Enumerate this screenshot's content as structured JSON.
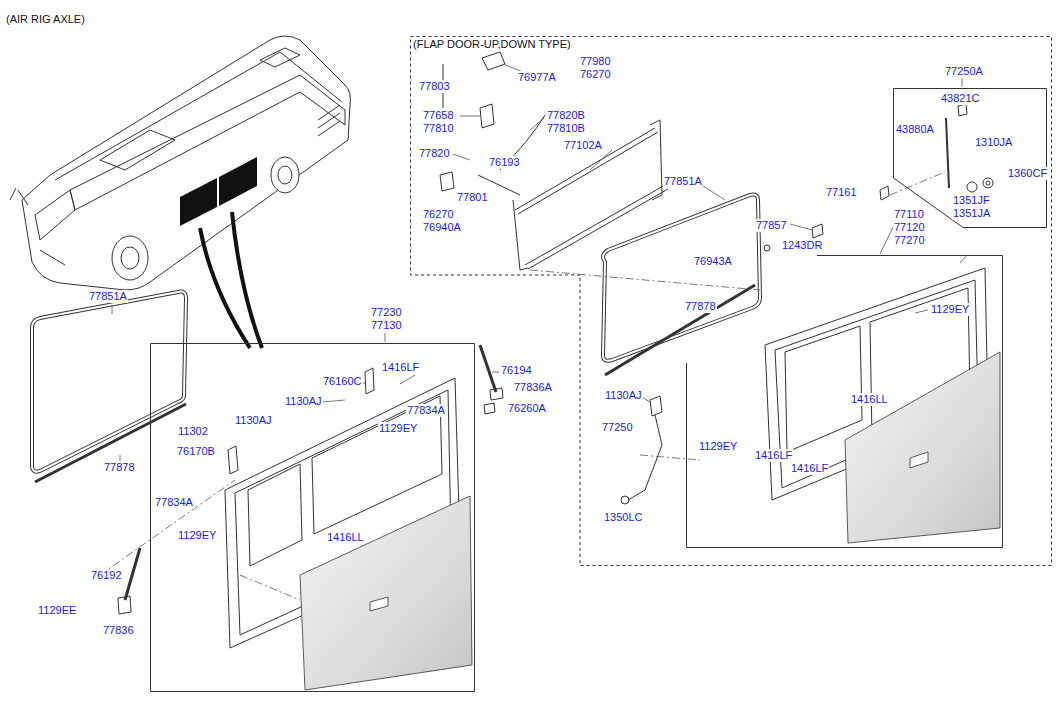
{
  "diagram": {
    "title": "(AIR RIG AXLE)",
    "nodes": [
      {
        "text": [
          "(FLAP DOOR-UP,DOWN TYPE)"
        ]
      },
      {
        "text": [
          "77250A"
        ],
        "in": 0
      },
      {
        "text": [
          "77110",
          "77120",
          "77270"
        ],
        "in": 0
      },
      {
        "text": [
          "77230",
          "77130"
        ]
      }
    ],
    "edges": [],
    "labels": [
      "77851A",
      "77878",
      "1416LF",
      "76160C",
      "1130AJ",
      "76194",
      "77836A",
      "77834A",
      "76260A",
      "11302",
      "1130AJ",
      "1129EY",
      "76170B",
      "77834A",
      "1129EY",
      "1416LL",
      "76192",
      "1129EE",
      "77836",
      "77803",
      "77980",
      "76270",
      "76977A",
      "77658",
      "77810",
      "77820B",
      "77810B",
      "77820",
      "76193",
      "77102A",
      "77801",
      "76270",
      "76940A",
      "77851A",
      "43821C",
      "43880A",
      "1310JA",
      "1360CF",
      "1351JF",
      "1351JA",
      "77161",
      "77857",
      "1243DR",
      "76943A",
      "77878",
      "1129EY",
      "1130AJ",
      "1416LL",
      "77250",
      "1129EY",
      "1416LF",
      "1416LF",
      "1350LC"
    ]
  }
}
